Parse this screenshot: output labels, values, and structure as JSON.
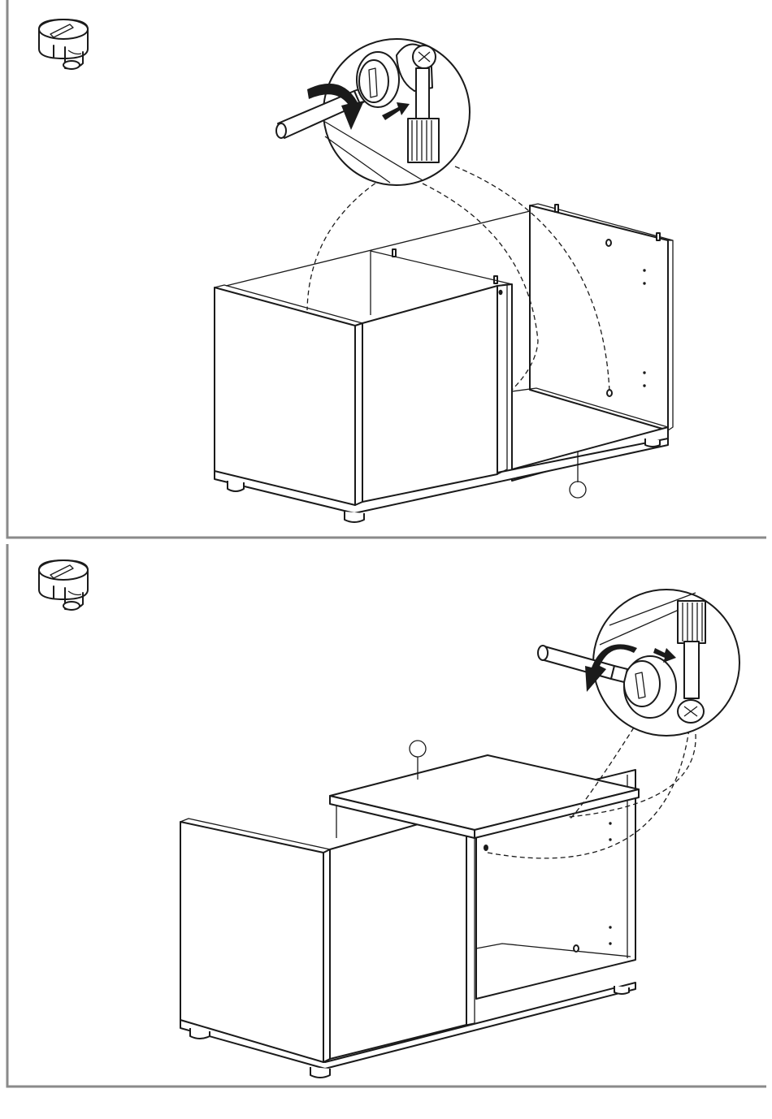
{
  "steps": [
    {
      "hardware_icon": "cam-lock-fitting-icon",
      "tool_icon": "screwdriver-icon",
      "action": "turn-cam-lock-clockwise",
      "detail_view": "circular-magnified-detail",
      "callout": ""
    },
    {
      "hardware_icon": "cam-lock-fitting-icon",
      "tool_icon": "screwdriver-icon",
      "action": "turn-cam-lock-clockwise",
      "detail_view": "circular-magnified-detail",
      "callout": ""
    }
  ],
  "colors": {
    "line": "#1a1a1a",
    "frame": "#8a8a8a",
    "background": "#ffffff"
  }
}
